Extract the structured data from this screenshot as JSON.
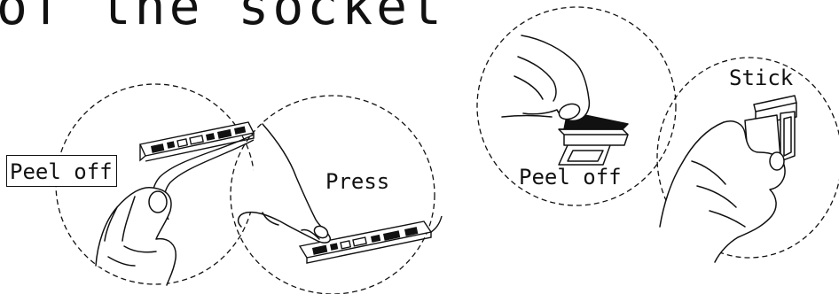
{
  "title": "of the socket",
  "steps": {
    "peel_off_left": "Peel off",
    "press": "Press",
    "peel_off_right": "Peel off",
    "stick": "Stick"
  },
  "colors": {
    "line": "#111111",
    "background": "#ffffff"
  }
}
